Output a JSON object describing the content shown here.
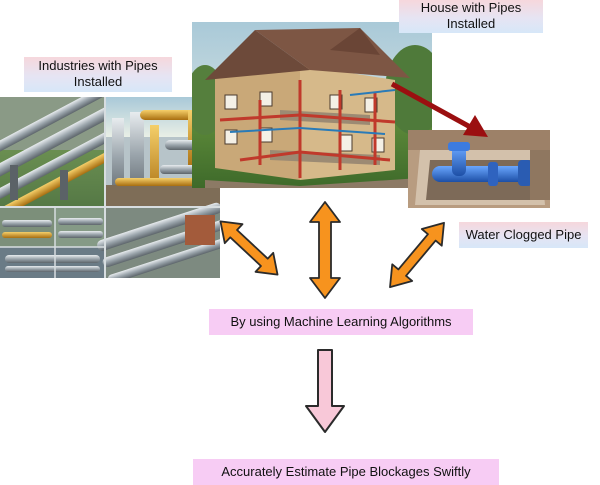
{
  "labels": {
    "industries": "Industries with Pipes Installed",
    "house": "House with Pipes Installed",
    "water_clogged": "Water Clogged Pipe",
    "ml": "By using Machine Learning Algorithms",
    "result": "Accurately Estimate Pipe Blockages Swiftly"
  },
  "colors": {
    "arrow_orange": "#f7931e",
    "arrow_pink": "#f8c8d8",
    "red_arrow": "#9b0f10",
    "label_pink": "#f7ccf4",
    "pipe_blue": "#2f6fd0",
    "pipe_gold": "#d9a020"
  }
}
